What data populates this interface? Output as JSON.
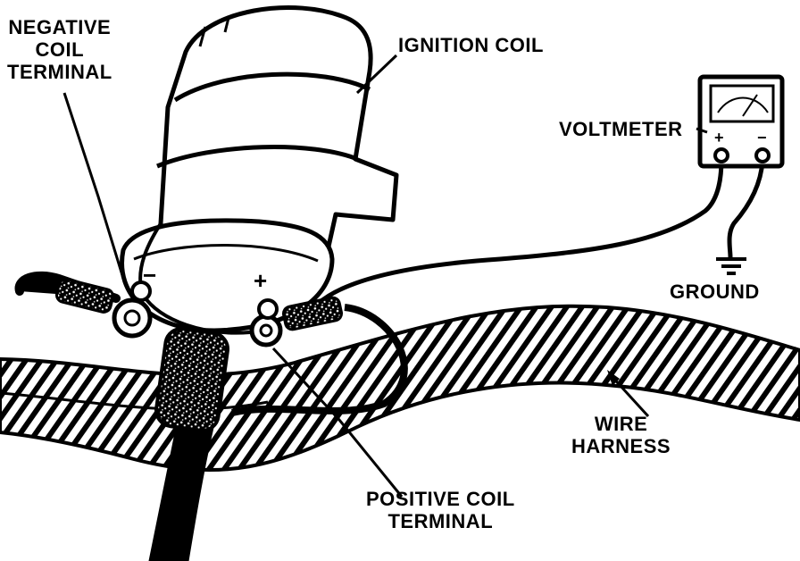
{
  "labels": {
    "negative_terminal": [
      "NEGATIVE",
      "COIL",
      "TERMINAL"
    ],
    "ignition_coil": "IGNITION COIL",
    "voltmeter": "VOLTMETER",
    "ground": "GROUND",
    "wire_harness": [
      "WIRE",
      "HARNESS"
    ],
    "positive_terminal": [
      "POSITIVE COIL",
      "TERMINAL"
    ]
  },
  "symbols": {
    "minus": "−",
    "plus": "+"
  },
  "colors": {
    "ink": "#000000",
    "paper": "#ffffff"
  }
}
